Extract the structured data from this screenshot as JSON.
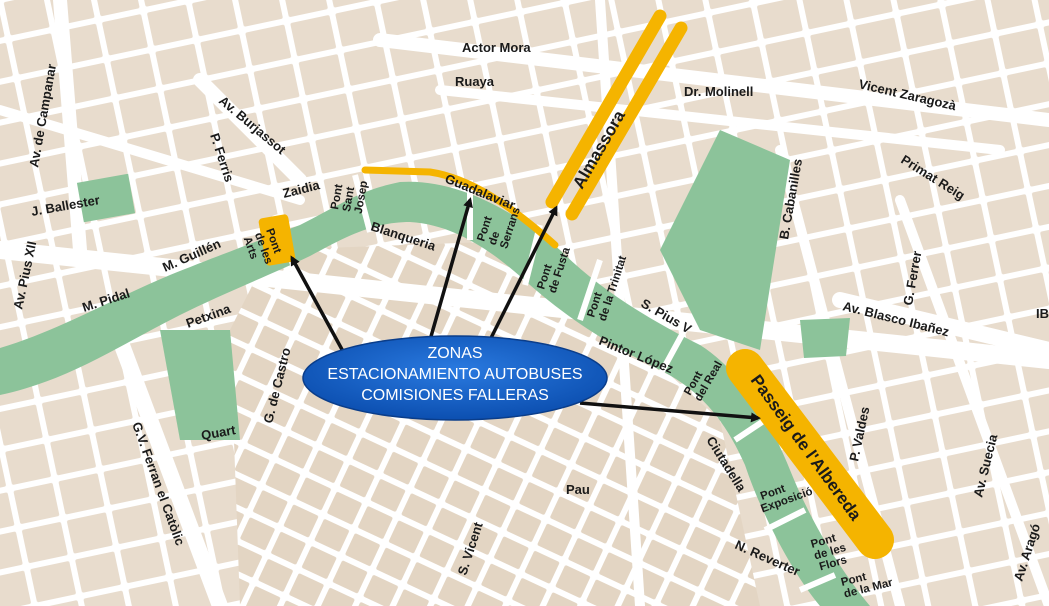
{
  "colors": {
    "background": "#f4ede4",
    "road": "#ffffff",
    "block": "#e8dccd",
    "park": "#8cc39a",
    "zone": "#f5b400",
    "callout": "#1560c8",
    "text": "#1a1a1a"
  },
  "callout": {
    "line1": "ZONAS",
    "line2": "ESTACIONAMIENTO AUTOBUSES",
    "line3": "COMISIONES FALLERAS"
  },
  "zones": {
    "almassora": "Almassora",
    "alberdea": "Passeig de l'Albereda"
  },
  "streets": {
    "actor_mora": "Actor Mora",
    "ruaya": "Ruaya",
    "dr_molinell": "Dr. Molinell",
    "vicent_zaragoza": "Vicent Zaragozà",
    "primat_reig": "Primat Reig",
    "av_campanar": "Av. de Campanar",
    "av_burjassot": "Av. Burjassot",
    "p_ferris": "P. Ferris",
    "j_ballester": "J. Ballester",
    "zaidia": "Zaidia",
    "guadalaviar": "Guadalaviar",
    "b_cabanilles": "B. Cabanilles",
    "m_guillen": "M. Guillén",
    "blanqueria": "Blanqueria",
    "av_pius_xii": "Av. Pius XII",
    "m_pidal": "M. Pidal",
    "petxina": "Petxina",
    "s_pius_v": "S. Pius V",
    "g_ferrer": "G. Ferrer",
    "av_blasco_ibanez": "Av. Blasco Ibañez",
    "ib": "IB",
    "pintor_lopez": "Pintor López",
    "g_de_castro": "G. de Castro",
    "quart": "Quart",
    "gv_ferran": "G.V. Ferran el Catòlic",
    "p_valdes": "P. Valdes",
    "av_suecia": "Av. Suecia",
    "ciutadella": "Ciutadella",
    "pau": "Pau",
    "s_vicent": "S. Vicent",
    "n_reverter": "N. Reverter",
    "av_arago": "Av. Aragó"
  },
  "bridges": {
    "pont_arts_1": "Pont",
    "pont_arts_2": "de les",
    "pont_arts_3": "Arts",
    "pont_sant_josep_1": "Pont",
    "pont_sant_josep_2": "Sant",
    "pont_sant_josep_3": "Josep",
    "pont_serrans_1": "Pont",
    "pont_serrans_2": "de",
    "pont_serrans_3": "Serrans",
    "pont_fusta_1": "Pont",
    "pont_fusta_2": "de Fusta",
    "pont_trinitat_1": "Pont",
    "pont_trinitat_2": "de la Trinitat",
    "pont_real_1": "Pont",
    "pont_real_2": "del Real",
    "pont_exposicio_1": "Pont",
    "pont_exposicio_2": "Exposició",
    "pont_flors_1": "Pont",
    "pont_flors_2": "de les",
    "pont_flors_3": "Flors",
    "pont_mar_1": "Pont",
    "pont_mar_2": "de la Mar"
  }
}
